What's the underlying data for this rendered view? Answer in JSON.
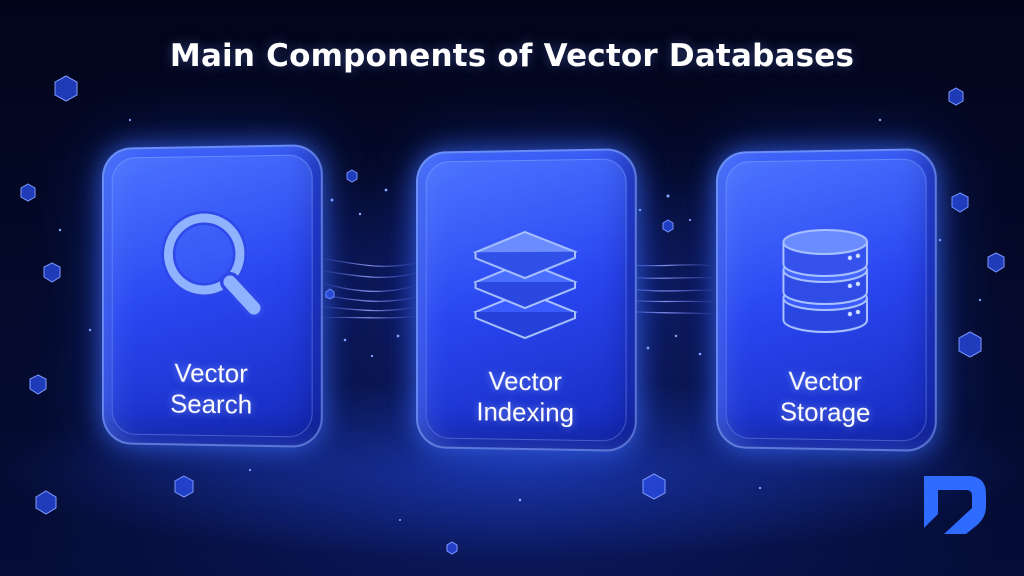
{
  "title": "Main Components of Vector Databases",
  "colors": {
    "background": "#03061a",
    "card": "#2a47f2",
    "glow": "#3d6bff",
    "text": "#ffffff",
    "logo": "#2f6bff"
  },
  "components": [
    {
      "label_line1": "Vector",
      "label_line2": "Search",
      "icon": "magnifying-glass-icon"
    },
    {
      "label_line1": "Vector",
      "label_line2": "Indexing",
      "icon": "stacked-layers-icon"
    },
    {
      "label_line1": "Vector",
      "label_line2": "Storage",
      "icon": "database-cylinder-icon"
    }
  ],
  "logo": {
    "icon": "brand-logo-icon"
  }
}
